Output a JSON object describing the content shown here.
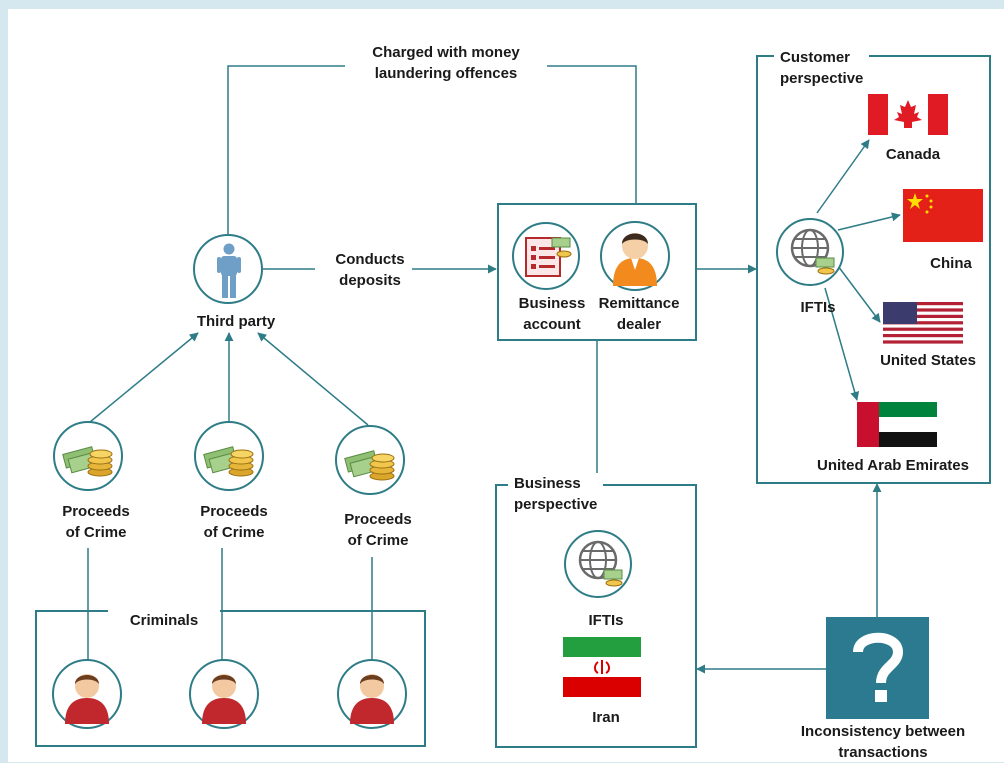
{
  "labels": {
    "charged": "Charged with money\nlaundering offences",
    "conducts": "Conducts\ndeposits",
    "third_party": "Third party",
    "business_account": "Business\naccount",
    "remittance_dealer": "Remittance\ndealer",
    "customer_perspective": "Customer\nperspective",
    "business_perspective": "Business\nperspective",
    "criminals": "Criminals",
    "proceeds_1": "Proceeds\nof Crime",
    "proceeds_2": "Proceeds\nof Crime",
    "proceeds_3": "Proceeds\nof Crime",
    "iftis_customer": "IFTIs",
    "iftis_business": "IFTIs",
    "canada": "Canada",
    "china": "China",
    "united_states": "United States",
    "uae": "United Arab Emirates",
    "iran": "Iran",
    "inconsistency": "Inconsistency between\ntransactions"
  },
  "colors": {
    "line": "#2e7c86",
    "box": "#2e7c86",
    "circle": "#2e7c86",
    "question_bg": "#2b7a8f"
  },
  "icons": {
    "third_party": "person-silhouette-icon",
    "business_account": "ledger-icon",
    "remittance_dealer": "dealer-person-icon",
    "proceeds": "money-coins-icon",
    "criminal": "criminal-person-icon",
    "iftis": "globe-transfer-icon",
    "question": "question-mark-icon"
  }
}
